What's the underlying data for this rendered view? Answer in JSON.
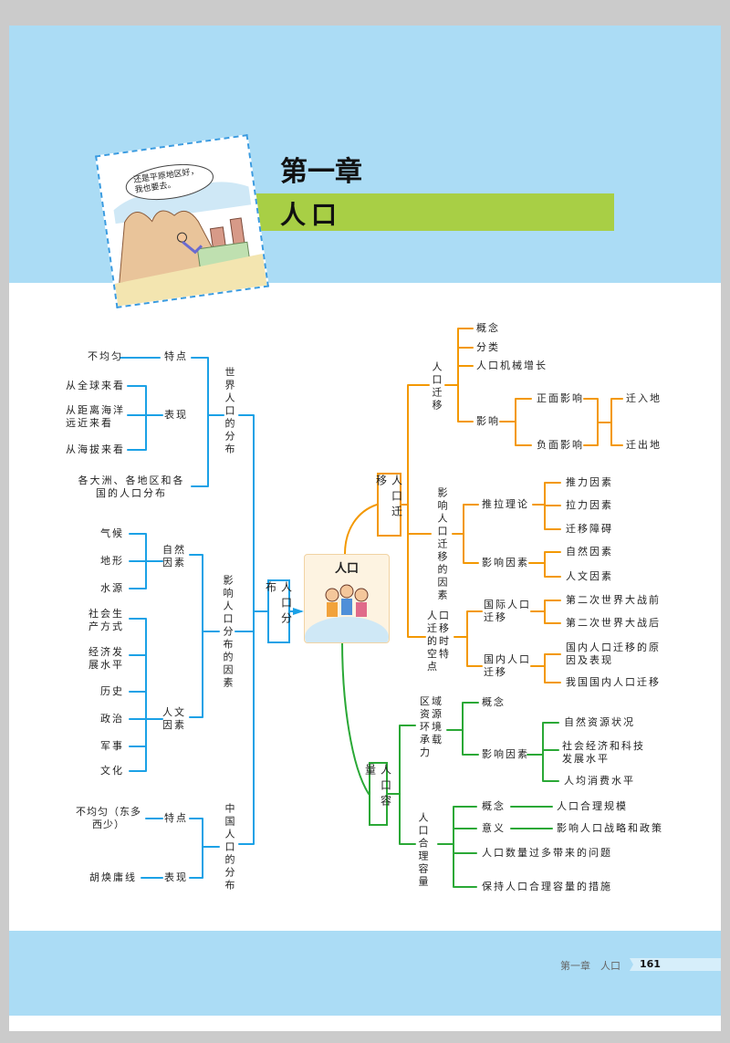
{
  "header": {
    "chapter": "第一章",
    "title": "人口",
    "comic_speech": "还是平原地区好，我也要去。"
  },
  "colors": {
    "blue_band": "#abdcf5",
    "title_bar": "#a8cf45",
    "left_branch": "#1ba1e6",
    "migration_branch": "#f39800",
    "capacity_branch": "#2aa836"
  },
  "center": {
    "label": "人口"
  },
  "distribution": {
    "label": "人口分布",
    "world": {
      "label": "世界人口的分布",
      "feature": "特点",
      "feature_value": "不均匀",
      "manifest": "表现",
      "manifest_items": [
        "从全球来看",
        "从距离海洋远近来看",
        "从海拔来看"
      ],
      "regional": "各大洲、各地区和各国的人口分布"
    },
    "factors": {
      "label": "影响人口分布的因素",
      "natural": "自然因素",
      "natural_items": [
        "气候",
        "地形",
        "水源"
      ],
      "human": "人文因素",
      "human_items": [
        "社会生产方式",
        "经济发展水平",
        "历史",
        "政治",
        "军事",
        "文化"
      ]
    },
    "china": {
      "label": "中国人口的分布",
      "feature": "特点",
      "feature_value": "不均匀（东多西少）",
      "manifest": "表现",
      "manifest_value": "胡焕庸线"
    }
  },
  "migration": {
    "label": "人口迁移",
    "basic": {
      "label": "人口迁移",
      "items": [
        "概念",
        "分类",
        "人口机械增长"
      ],
      "impact": "影响",
      "positive": "正面影响",
      "negative": "负面影响",
      "places": [
        "迁入地",
        "迁出地"
      ]
    },
    "factors": {
      "label": "影响人口迁移的因素",
      "pushpull": "推拉理论",
      "pushpull_items": [
        "推力因素",
        "拉力因素",
        "迁移障碍"
      ],
      "influence": "影响因素",
      "influence_items": [
        "自然因素",
        "人文因素"
      ]
    },
    "spacetime": {
      "label": "人口迁移的时空特点",
      "international": "国际人口迁移",
      "international_items": [
        "第二次世界大战前",
        "第二次世界大战后"
      ],
      "domestic": "国内人口迁移",
      "domestic_items": [
        "国内人口迁移的原因及表现",
        "我国国内人口迁移"
      ]
    }
  },
  "capacity": {
    "label": "人口容量",
    "carrying": {
      "label": "区域资源环境承载力",
      "concept": "概念",
      "influence": "影响因素",
      "influence_items": [
        "自然资源状况",
        "社会经济和科技发展水平",
        "人均消费水平"
      ]
    },
    "reasonable": {
      "label": "人口合理容量",
      "concept": "概念",
      "concept_value": "人口合理规模",
      "meaning": "意义",
      "meaning_value": "影响人口战略和政策",
      "problem": "人口数量过多带来的问题",
      "measures": "保持人口合理容量的措施"
    }
  },
  "footer": {
    "running_head": "第一章　人口",
    "page_number": "161"
  }
}
